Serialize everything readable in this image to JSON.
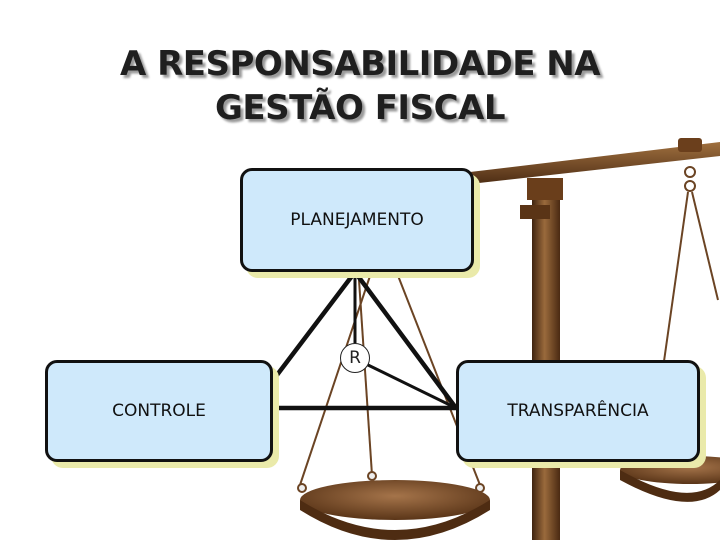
{
  "title": {
    "line1": "A RESPONSABILIDADE NA",
    "line2": "GESTÃO FISCAL"
  },
  "nodes": {
    "planejamento": "PLANEJAMENTO",
    "controle": "CONTROLE",
    "transparencia": "TRANSPARÊNCIA",
    "center": "R"
  },
  "colors": {
    "box_fill": "#cfe9fb",
    "box_border": "#111111",
    "connector": "#111111",
    "scale_bronze": "#7a4a22"
  },
  "background_image": "balance-scale-icon"
}
